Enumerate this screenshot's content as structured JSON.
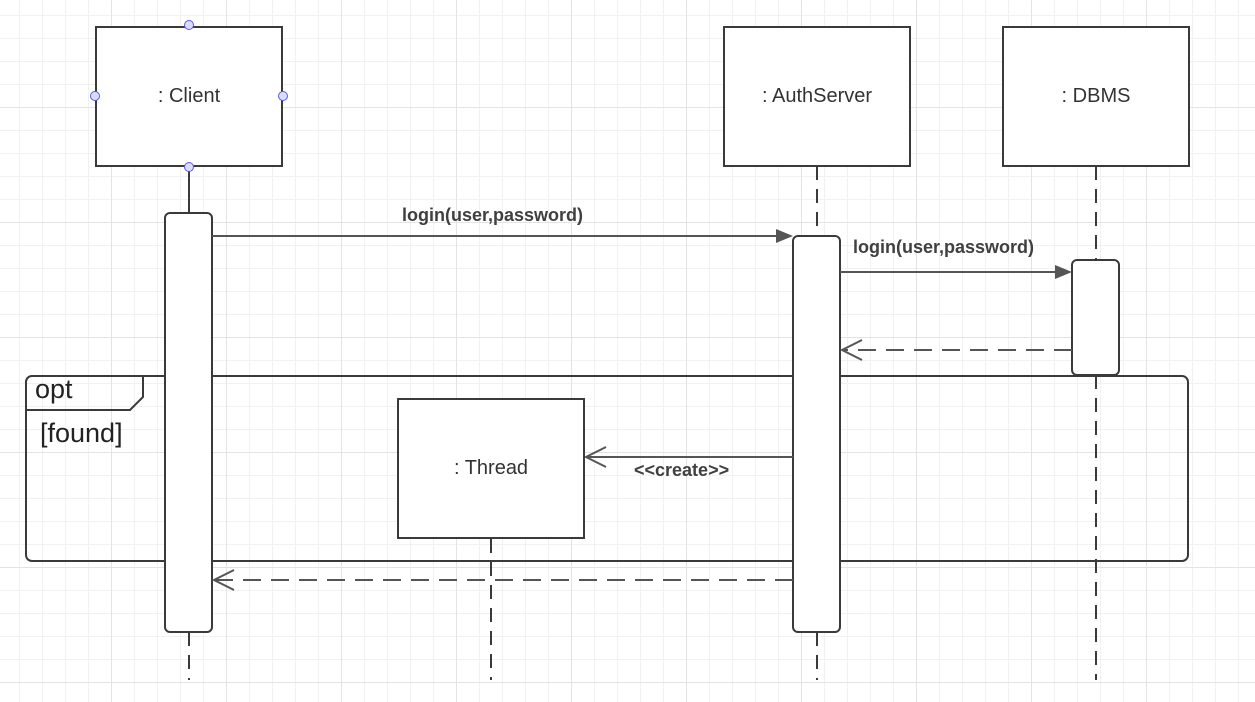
{
  "diagram": {
    "lifelines": [
      {
        "id": "client",
        "label": ": Client",
        "selected": true
      },
      {
        "id": "auth",
        "label": ": AuthServer"
      },
      {
        "id": "dbms",
        "label": ": DBMS"
      },
      {
        "id": "thread",
        "label": ": Thread"
      }
    ],
    "messages": [
      {
        "from": "client",
        "to": "auth",
        "type": "sync",
        "label": "login(user,password)"
      },
      {
        "from": "auth",
        "to": "dbms",
        "type": "sync",
        "label": "login(user,password)"
      },
      {
        "from": "dbms",
        "to": "auth",
        "type": "return",
        "label": ""
      },
      {
        "from": "auth",
        "to": "thread",
        "type": "create",
        "label": "<<create>>"
      },
      {
        "from": "auth",
        "to": "client",
        "type": "return",
        "label": ""
      }
    ],
    "fragment": {
      "operator": "opt",
      "guard": "[found]"
    },
    "colors": {
      "line": "#3a3a3a",
      "arrow": "#555555",
      "grid": "#e3e3e3",
      "selection": "#5a5ae0"
    }
  }
}
